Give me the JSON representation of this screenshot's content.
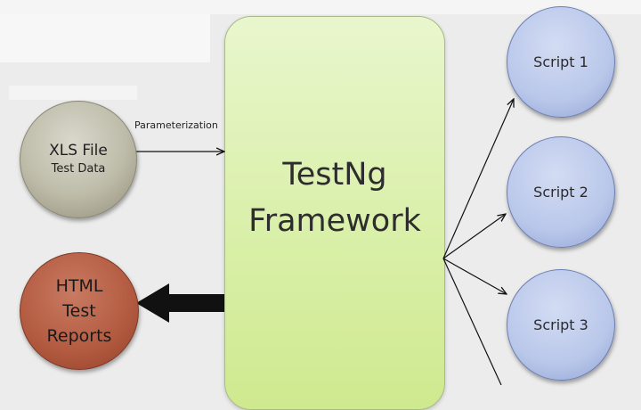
{
  "diagram": {
    "framework": {
      "line1": "TestNg",
      "line2": "Framework"
    },
    "input_node": {
      "line1": "XLS File",
      "line2": "Test Data"
    },
    "input_edge_label": "Parameterization",
    "output_node": {
      "line1": "HTML",
      "line2": "Test",
      "line3": "Reports"
    },
    "scripts": [
      "Script 1",
      "Script 2",
      "Script 3"
    ],
    "colors": {
      "framework_fill": "#d8efa6",
      "input_fill": "#bdbba8",
      "output_fill": "#b25a40",
      "script_fill": "#b9c7ea"
    }
  }
}
